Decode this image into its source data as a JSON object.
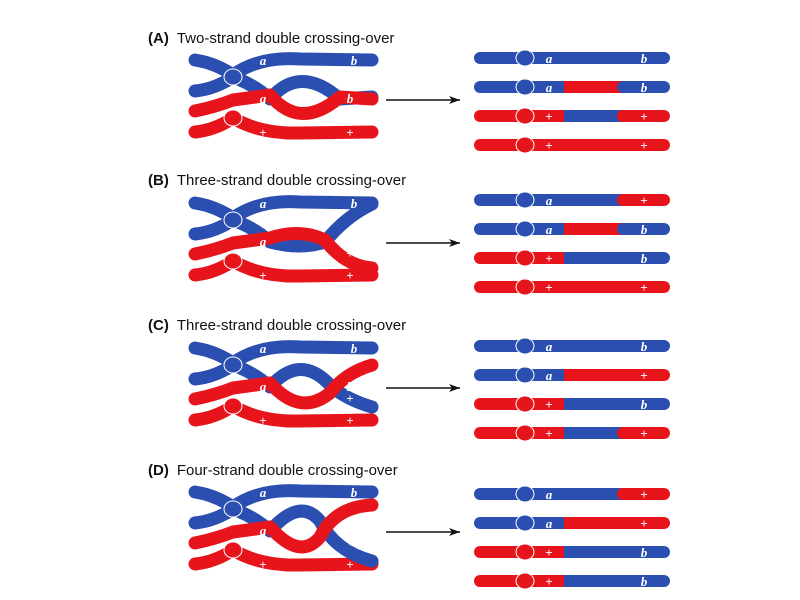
{
  "colors": {
    "maternal": "#2a4fb0",
    "paternal": "#e8141c",
    "arrow": "#111111",
    "label": "#ffffff"
  },
  "alleles": {
    "a": "a",
    "b": "b",
    "plus": "+"
  },
  "panels": [
    {
      "letter": "(A)",
      "title": "Two-strand double crossing-over",
      "result": [
        [
          "blue",
          "blue",
          "blue"
        ],
        [
          "blue",
          "red",
          "blue"
        ],
        [
          "red",
          "blue",
          "red"
        ],
        [
          "red",
          "red",
          "red"
        ]
      ]
    },
    {
      "letter": "(B)",
      "title": "Three-strand double crossing-over",
      "result": [
        [
          "blue",
          "blue",
          "red"
        ],
        [
          "blue",
          "red",
          "blue"
        ],
        [
          "red",
          "blue",
          "blue"
        ],
        [
          "red",
          "red",
          "red"
        ]
      ]
    },
    {
      "letter": "(C)",
      "title": "Three-strand double crossing-over",
      "result": [
        [
          "blue",
          "blue",
          "blue"
        ],
        [
          "blue",
          "red",
          "red"
        ],
        [
          "red",
          "blue",
          "blue"
        ],
        [
          "red",
          "blue",
          "red"
        ]
      ]
    },
    {
      "letter": "(D)",
      "title": "Four-strand double crossing-over",
      "result": [
        [
          "blue",
          "blue",
          "red"
        ],
        [
          "blue",
          "red",
          "red"
        ],
        [
          "red",
          "blue",
          "blue"
        ],
        [
          "red",
          "blue",
          "blue"
        ]
      ]
    }
  ]
}
